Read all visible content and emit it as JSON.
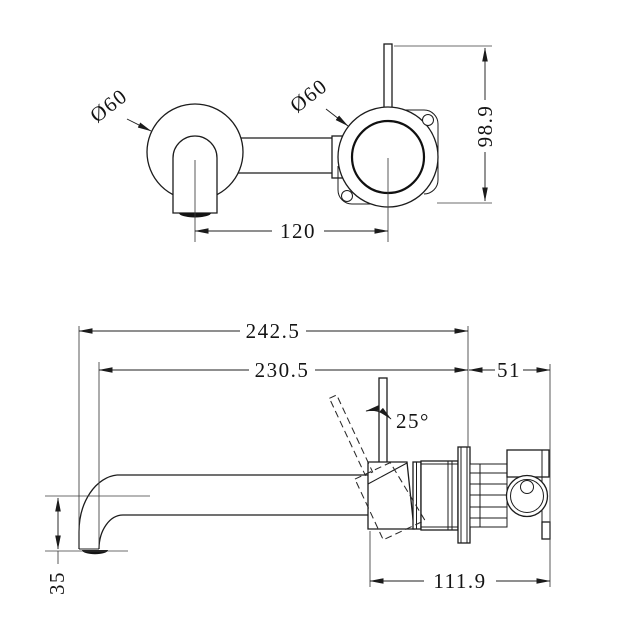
{
  "labels": {
    "top": {
      "spout_diameter": "Ø60",
      "mixer_diameter": "Ø60",
      "spout_to_mixer_centres": "120",
      "handle_height": "98.9"
    },
    "side": {
      "overall_projection": "242.5",
      "spout_projection": "230.5",
      "body_depth": "51",
      "handle_angle": "25°",
      "body_length": "111.9",
      "spout_drop": "35"
    }
  },
  "colors": {
    "line": "#1c1c1c",
    "background": "#ffffff"
  }
}
